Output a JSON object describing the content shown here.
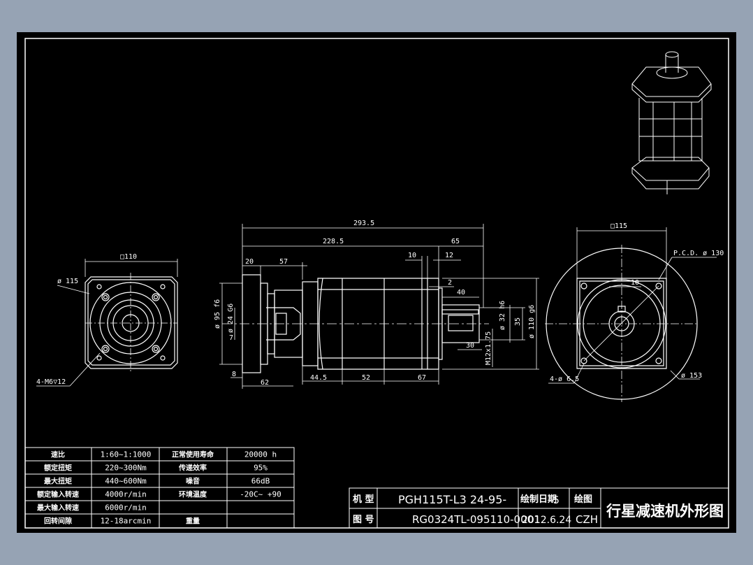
{
  "colors": {
    "background": "#96a3b4",
    "sheet": "#000000",
    "line": "#ffffff"
  },
  "front_view": {
    "dims": {
      "square": "□110",
      "pcd": "ø 115",
      "holes": "4-M6▽12"
    }
  },
  "side_view": {
    "dims": {
      "overall_a": "293.5",
      "overall_b": "228.5",
      "d65": "65",
      "d10": "10",
      "d12": "12",
      "d20": "20",
      "d57": "57",
      "d40": "40",
      "d2": "2",
      "d30": "30",
      "d8": "8",
      "d62": "62",
      "d44": "44.5",
      "d52": "52",
      "d67": "67",
      "dia95": "ø 95 f6",
      "dia24": "ø 24 G6",
      "d7": "7",
      "dia32": "ø 32 h6",
      "d35": "35",
      "dia110": "ø 110 g6",
      "thread": "M12x1.75"
    }
  },
  "rear_view": {
    "dims": {
      "square": "□115",
      "pcd": "P.C.D. ø 130",
      "d10": "10",
      "holes": "4-ø 6.5",
      "outer": "ø 153"
    }
  },
  "spec_table": {
    "rows": [
      [
        "速比",
        "1:60~1:1000",
        "正常使用寿命",
        "20000  h"
      ],
      [
        "额定扭矩",
        "220~300Nm",
        "传递效率",
        "95%"
      ],
      [
        "最大扭矩",
        "440~600Nm",
        "噪音",
        "66dB"
      ],
      [
        "额定输入转速",
        "4000r/min",
        "环境温度",
        "-20C~ +90"
      ],
      [
        "最大输入转速",
        "6000r/min",
        "",
        ""
      ],
      [
        "回转间隙",
        "12-18arcmin",
        "重量",
        ""
      ]
    ]
  },
  "title_block": {
    "model_label": "机 型",
    "model_value": "PGH115T-L3 24-95-",
    "date_label": "绘制日期",
    "date_num": "5",
    "drawer_label": "绘图",
    "drawing_label": "图 号",
    "drawing_no": "RG0324TL-095110-0001",
    "date_value": "2012.6.24",
    "drawer": "CZH",
    "title": "行星减速机外形图"
  }
}
